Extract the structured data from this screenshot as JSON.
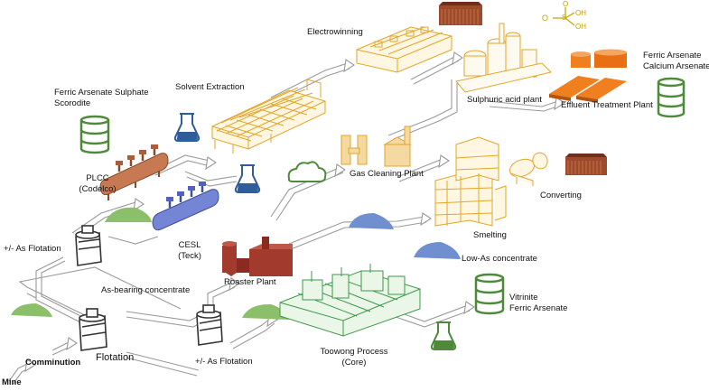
{
  "labels": {
    "electrowinning": "Electrowinning",
    "solvent_extraction": "Solvent Extraction",
    "ferric_arsenate_sulphate": "Ferric Arsenate Sulphate",
    "scorodite": "Scorodite",
    "plcc": "PLCC",
    "plcc_sub": "(Codelco)",
    "cesl": "CESL",
    "cesl_sub": "(Teck)",
    "as_flotation_left": "+/- As Flotation",
    "as_bearing_concentrate": "As-bearing concentrate",
    "flotation": "Flotation",
    "comminution": "Comminution",
    "mine": "Mine",
    "roaster_plant": "Roaster Plant",
    "as_flotation_bottom": "+/- As Flotation",
    "gas_cleaning_plant": "Gas Cleaning Plant",
    "sulphuric_acid_plant": "Sulphuric acid plant",
    "effluent_treatment_plant": "Effluent Treatment Plant",
    "ferric_arsenate_top": "Ferric Arsenate",
    "calcium_arsenate": "Calcium Arsenate",
    "converting": "Converting",
    "smelting": "Smelting",
    "low_as_concentrate": "Low-As concentrate",
    "toowong_process": "Toowong Process",
    "toowong_sub": "(Core)",
    "vitrinite": "Vitrinite",
    "ferric_arsenate_bottom": "Ferric Arsenate"
  },
  "icons": {
    "drum": "storage-drum-icon",
    "flask": "flask-icon",
    "cloud": "gas-cloud-icon",
    "molecule": "sulphuric-acid-molecule-icon",
    "flotation_cell": "flotation-cell-icon"
  },
  "colors": {
    "drum_green": "#4f8a3a",
    "flask_blue": "#2f5d9c",
    "plant_yellow": "#e3a52b",
    "roaster_red": "#a23a2e",
    "pile_green": "#8bbf6a",
    "pile_blue": "#6f8fd0",
    "pipe_copper": "#c77a52",
    "pipe_blue": "#6a7fd1",
    "effluent_orange": "#f07f1f",
    "toowong_green": "#3f9a4a",
    "arrow_grey": "#9a9a9a"
  }
}
